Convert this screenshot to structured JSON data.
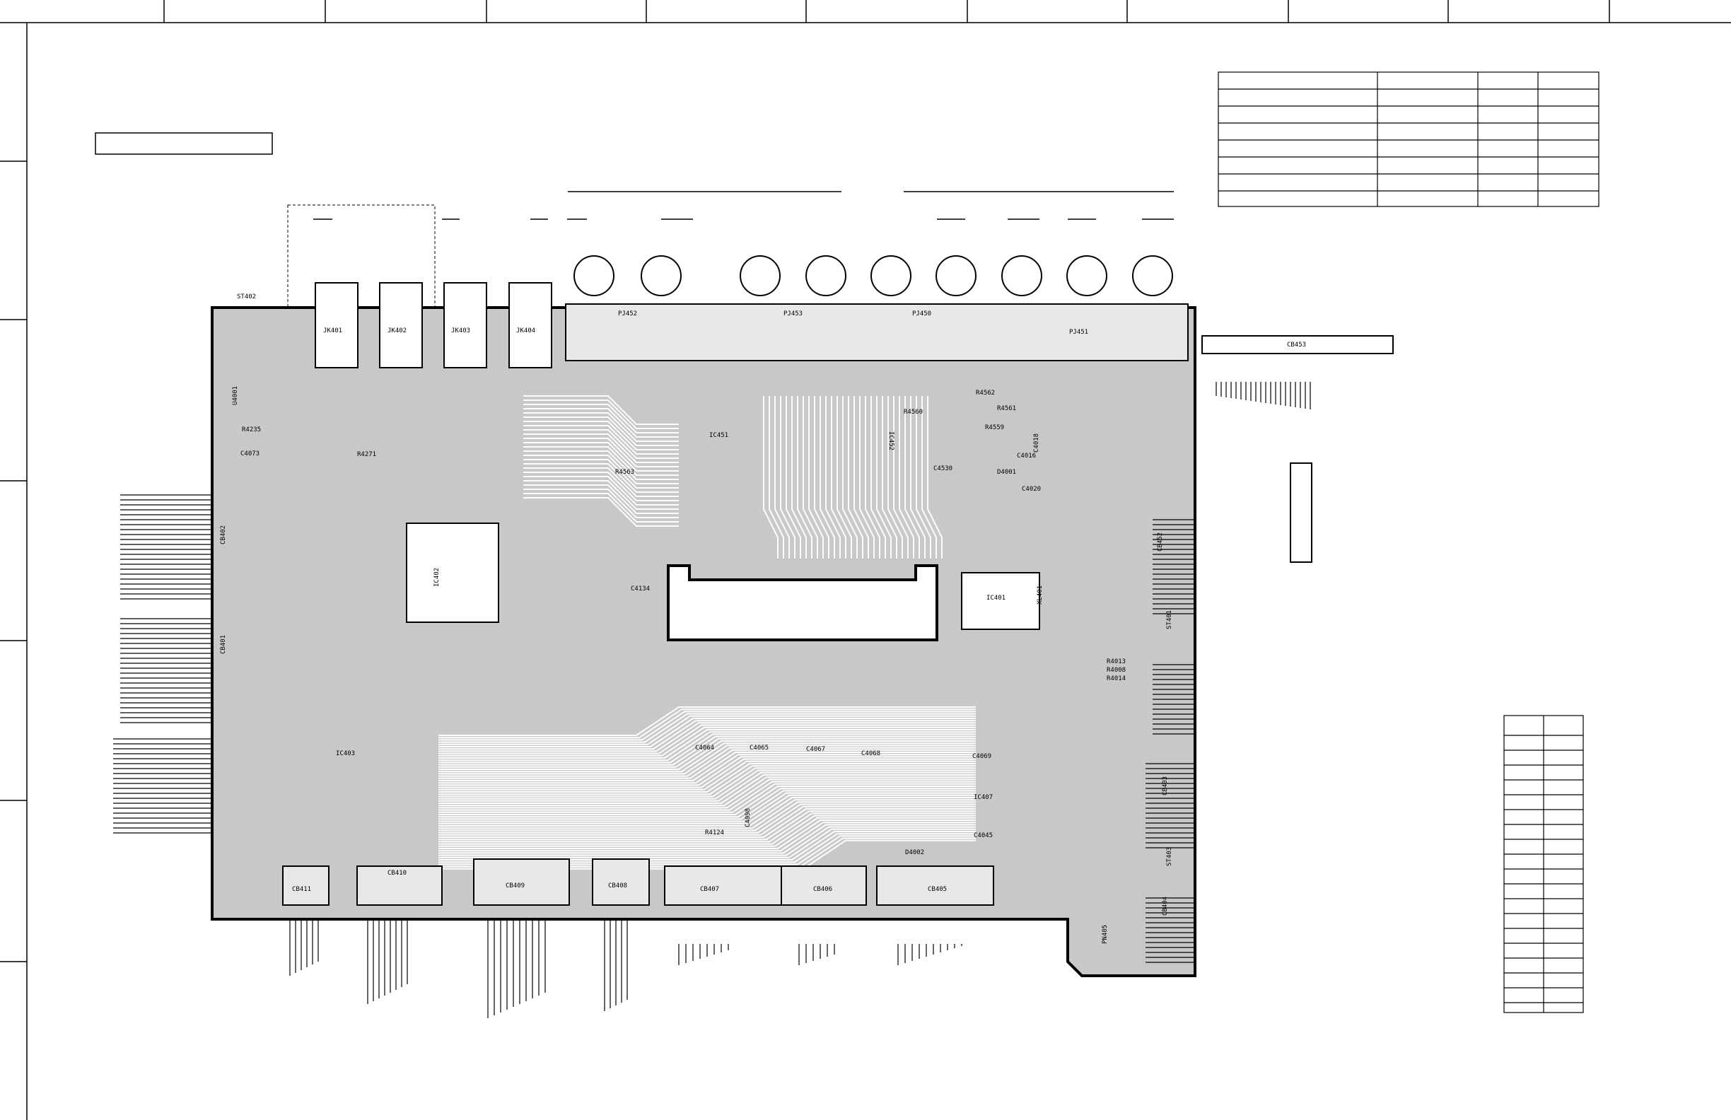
{
  "board": {
    "component_labels": [
      {
        "id": "ST402",
        "ref": "ST402"
      },
      {
        "id": "JK401",
        "ref": "JK401"
      },
      {
        "id": "JK402",
        "ref": "JK402"
      },
      {
        "id": "JK403",
        "ref": "JK403"
      },
      {
        "id": "JK404",
        "ref": "JK404"
      },
      {
        "id": "PJ452",
        "ref": "PJ452"
      },
      {
        "id": "PJ453",
        "ref": "PJ453"
      },
      {
        "id": "PJ450",
        "ref": "PJ450"
      },
      {
        "id": "PJ451",
        "ref": "PJ451"
      },
      {
        "id": "CB453",
        "ref": "CB453"
      },
      {
        "id": "IC451",
        "ref": "IC451"
      },
      {
        "id": "IC452",
        "ref": "IC452"
      },
      {
        "id": "IC401",
        "ref": "IC401"
      },
      {
        "id": "IC402",
        "ref": "IC402"
      },
      {
        "id": "IC403",
        "ref": "IC403"
      },
      {
        "id": "CB452",
        "ref": "CB452"
      },
      {
        "id": "CB402",
        "ref": "CB402"
      },
      {
        "id": "CB401",
        "ref": "CB401"
      },
      {
        "id": "CB403",
        "ref": "CB403"
      },
      {
        "id": "CB404",
        "ref": "CB404"
      },
      {
        "id": "CB405",
        "ref": "CB405"
      },
      {
        "id": "CB406",
        "ref": "CB406"
      },
      {
        "id": "CB407",
        "ref": "CB407"
      },
      {
        "id": "CB408",
        "ref": "CB408"
      },
      {
        "id": "CB409",
        "ref": "CB409"
      },
      {
        "id": "CB410",
        "ref": "CB410"
      },
      {
        "id": "CB411",
        "ref": "CB411"
      },
      {
        "id": "XL401",
        "ref": "XL401"
      },
      {
        "id": "ST401",
        "ref": "ST401"
      },
      {
        "id": "ST403",
        "ref": "ST403"
      },
      {
        "id": "U4001",
        "ref": "U4001"
      },
      {
        "id": "C4134",
        "ref": "C4134"
      },
      {
        "id": "R4563",
        "ref": "R4563"
      },
      {
        "id": "IC407",
        "ref": "IC407"
      },
      {
        "id": "C4045",
        "ref": "C4045"
      },
      {
        "id": "D4002",
        "ref": "D4002"
      },
      {
        "id": "R4124",
        "ref": "R4124"
      },
      {
        "id": "C4098",
        "ref": "C4098"
      },
      {
        "id": "C4064",
        "ref": "C4064"
      },
      {
        "id": "C4065",
        "ref": "C4065"
      },
      {
        "id": "C4067",
        "ref": "C4067"
      },
      {
        "id": "C4068",
        "ref": "C4068"
      },
      {
        "id": "C4069",
        "ref": "C4069"
      },
      {
        "id": "R4235",
        "ref": "R4235"
      },
      {
        "id": "C4073",
        "ref": "C4073"
      },
      {
        "id": "R4271",
        "ref": "R4271"
      },
      {
        "id": "R4561",
        "ref": "R4561"
      },
      {
        "id": "R4562",
        "ref": "R4562"
      },
      {
        "id": "R4560",
        "ref": "R4560"
      },
      {
        "id": "R4559",
        "ref": "R4559"
      },
      {
        "id": "C4530",
        "ref": "C4530"
      },
      {
        "id": "R4013",
        "ref": "R4013"
      },
      {
        "id": "R4008",
        "ref": "R4008"
      },
      {
        "id": "R4014",
        "ref": "R4014"
      },
      {
        "id": "C4016",
        "ref": "C4016"
      },
      {
        "id": "C4018",
        "ref": "C4018"
      },
      {
        "id": "C4020",
        "ref": "C4020"
      },
      {
        "id": "D4001",
        "ref": "D4001"
      },
      {
        "id": "PN405",
        "ref": "PN405"
      }
    ]
  },
  "colors": {
    "board_fill": "#c8c8c8",
    "trace": "#ffffff",
    "line": "#000000",
    "background": "#ffffff"
  }
}
